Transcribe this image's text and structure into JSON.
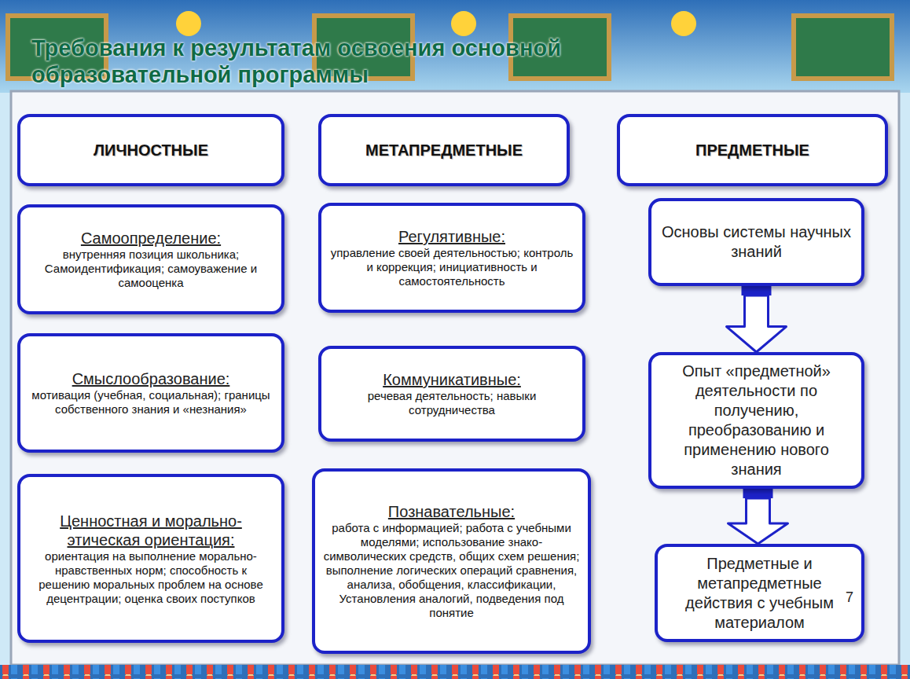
{
  "diagram": {
    "title": "Требования к результатам освоения основной образовательной программы",
    "nodes": [
      {
        "text": [
          "ЛИЧНОСТНЫЕ"
        ]
      },
      {
        "text": [
          "МЕТАПРЕДМЕТНЫЕ"
        ]
      },
      {
        "text": [
          "ПРЕДМЕТНЫЕ"
        ]
      },
      {
        "text": [
          "Самоопределение:",
          "внутренняя позиция школьника; Самоидентификация; самоуважение и самооценка"
        ]
      },
      {
        "text": [
          "Регулятивные:",
          "управление своей деятельностью; контроль и коррекция; инициативность и самостоятельность"
        ]
      },
      {
        "text": [
          "Основы системы научных знаний"
        ]
      },
      {
        "text": [
          "Смыслообразование:",
          "мотивация (учебная, социальная); границы собственного знания и «незнания»"
        ]
      },
      {
        "text": [
          "Коммуникативные:",
          "речевая деятельность; навыки сотрудничества"
        ]
      },
      {
        "text": [
          "Опыт «предметной» деятельности по получению, преобразованию и применению нового знания"
        ]
      },
      {
        "text": [
          "Ценностная и морально-этическая ориентация:",
          "ориентация на выполнение морально-нравственных норм; способность к решению моральных проблем на основе децентрации; оценка своих поступков"
        ]
      },
      {
        "text": [
          "Познавательные:",
          "работа с информацией; работа с учебными моделями; использование знако-символических средств, общих схем решения; выполнение логических операций сравнения, анализа, обобщения, классификации, Установления аналогий, подведения под понятие"
        ]
      },
      {
        "text": [
          "Предметные и метапредметные действия с учебным материалом"
        ]
      }
    ],
    "edges": [
      {
        "from": 5,
        "to": 8,
        "arrow": "to"
      },
      {
        "from": 8,
        "to": 11,
        "arrow": "to"
      }
    ],
    "labels": [
      "7"
    ]
  }
}
